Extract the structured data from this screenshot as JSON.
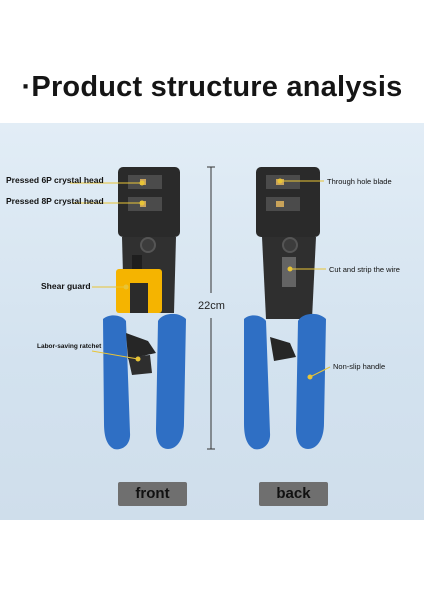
{
  "title": "·Product structure analysis",
  "labels": {
    "pressed_6p": "Pressed 6P crystal head",
    "pressed_8p": "Pressed 8P crystal head",
    "shear_guard": "Shear guard",
    "ratchet": "Labor-saving ratchet",
    "through_hole_blade": "Through hole blade",
    "cut_strip": "Cut and strip the wire",
    "non_slip": "Non-slip handle",
    "length": "22cm"
  },
  "buttons": {
    "front": "front",
    "back": "back"
  },
  "colors": {
    "panel": "#d6e4f0",
    "handle": "#2f6fc4",
    "body": "#2b2b2b",
    "guard": "#f5b400",
    "callout": "#e8c437",
    "button": "#6f6f6f"
  }
}
